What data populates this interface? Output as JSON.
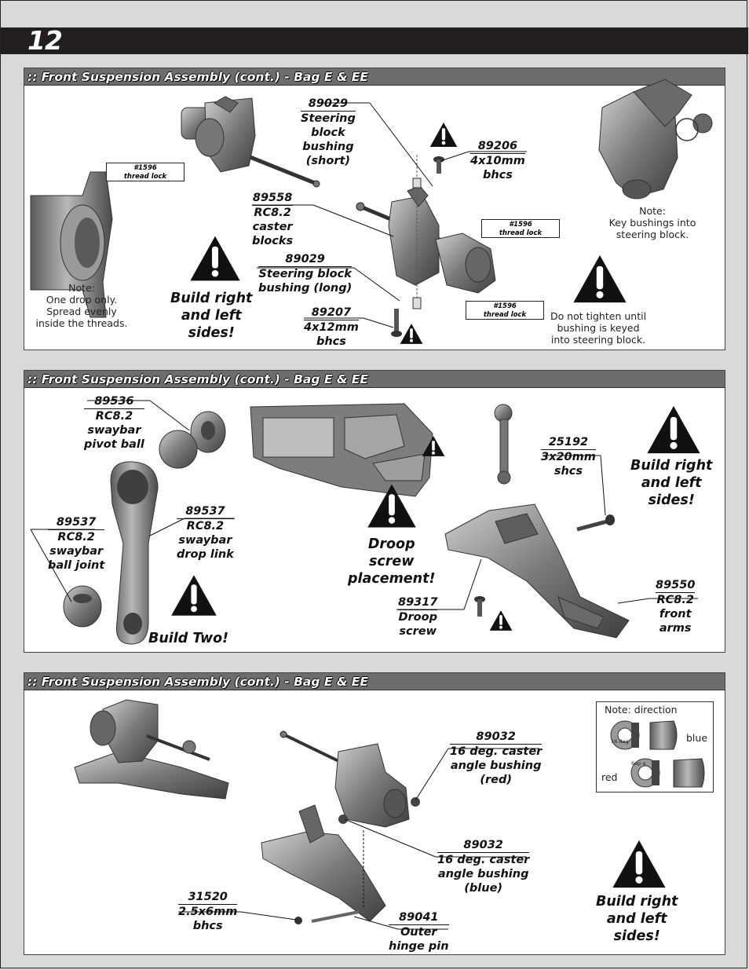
{
  "page": {
    "number": "12"
  },
  "panels": [
    {
      "title": ":: Front Suspension Assembly (cont.) - Bag E & EE",
      "labels": {
        "p89029a": {
          "num": "89029",
          "lines": [
            "Steering",
            "block",
            "bushing",
            "(short)"
          ]
        },
        "p89206": {
          "num": "89206",
          "lines": [
            "4x10mm",
            "bhcs"
          ]
        },
        "p89558": {
          "num": "89558",
          "lines": [
            "RC8.2",
            "caster",
            "blocks"
          ]
        },
        "p89029b": {
          "num": "89029",
          "lines": [
            "Steering block",
            "bushing (long)"
          ]
        },
        "p89207": {
          "num": "89207",
          "lines": [
            "4x12mm",
            "bhcs"
          ]
        }
      },
      "tubes": [
        "#1596",
        "thread lock"
      ],
      "notes": {
        "left": [
          "Note:",
          "One drop only.",
          "Spread evenly",
          "inside the threads."
        ],
        "right": [
          "Note:",
          "Key bushings into",
          "steering block."
        ],
        "tighten": [
          "Do not tighten until",
          "bushing is keyed",
          "into steering block."
        ]
      },
      "warning": [
        "Build right",
        "and left",
        "sides!"
      ]
    },
    {
      "title": ":: Front Suspension Assembly (cont.) - Bag E & EE",
      "labels": {
        "p89536": {
          "num": "89536",
          "lines": [
            "RC8.2",
            "swaybar",
            "pivot ball"
          ]
        },
        "p89537a": {
          "num": "89537",
          "lines": [
            "RC8.2",
            "swaybar",
            "ball joint"
          ]
        },
        "p89537b": {
          "num": "89537",
          "lines": [
            "RC8.2",
            "swaybar",
            "drop link"
          ]
        },
        "p25192": {
          "num": "25192",
          "lines": [
            "3x20mm",
            "shcs"
          ]
        },
        "p89317": {
          "num": "89317",
          "lines": [
            "Droop",
            "screw"
          ]
        },
        "p89550": {
          "num": "89550",
          "lines": [
            "RC8.2",
            "front",
            "arms"
          ]
        }
      },
      "warnings": {
        "droop": [
          "Droop",
          "screw",
          "placement!"
        ],
        "two": [
          "Build Two!"
        ],
        "sides": [
          "Build right",
          "and left",
          "sides!"
        ]
      }
    },
    {
      "title": ":: Front Suspension Assembly (cont.) - Bag E & EE",
      "labels": {
        "p89032a": {
          "num": "89032",
          "lines": [
            "16 deg. caster",
            "angle bushing",
            "(red)"
          ]
        },
        "p89032b": {
          "num": "89032",
          "lines": [
            "16 deg. caster",
            "angle bushing",
            "(blue)"
          ]
        },
        "p31520": {
          "num": "31520",
          "lines": [
            "2.5x6mm",
            "bhcs"
          ]
        },
        "p89041": {
          "num": "89041",
          "lines": [
            "Outer",
            "hinge pin"
          ]
        }
      },
      "notebox": {
        "title": "Note: direction",
        "blue": "blue",
        "red": "red",
        "mark1": "16 deg",
        "mark2": "6ep g"
      },
      "warning": [
        "Build right",
        "and left",
        "sides!"
      ]
    }
  ],
  "colors": {
    "header": "#231f20",
    "panel_title": "#6d6d6d",
    "part": "#8a8a8a",
    "part_dark": "#4d4d4d",
    "warning": "#111111"
  },
  "icons": [
    "warning-triangle-icon",
    "thread-lock-tube-icon"
  ]
}
